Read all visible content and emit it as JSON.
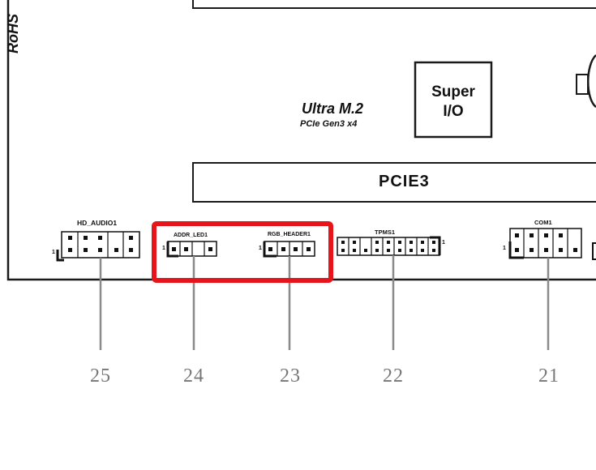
{
  "board": {
    "rohs_label": "RoHS",
    "super_io_line1": "Super",
    "super_io_line2": "I/O",
    "ultra_m2_title": "Ultra M.2",
    "ultra_m2_sub": "PCIe Gen3 x4",
    "pcie_slot_label": "PCIE3"
  },
  "headers": [
    {
      "name": "HD_AUDIO1",
      "pin1_label": "1",
      "callout": "25"
    },
    {
      "name": "ADDR_LED1",
      "pin1_label": "1",
      "callout": "24"
    },
    {
      "name": "RGB_HEADER1",
      "pin1_label": "1",
      "callout": "23"
    },
    {
      "name": "TPMS1",
      "pin1_label": "1",
      "callout": "22"
    },
    {
      "name": "COM1",
      "pin1_label": "1",
      "callout": "21"
    }
  ],
  "highlight_color": "#e8141b",
  "callout_line_color": "#8a8a8a"
}
